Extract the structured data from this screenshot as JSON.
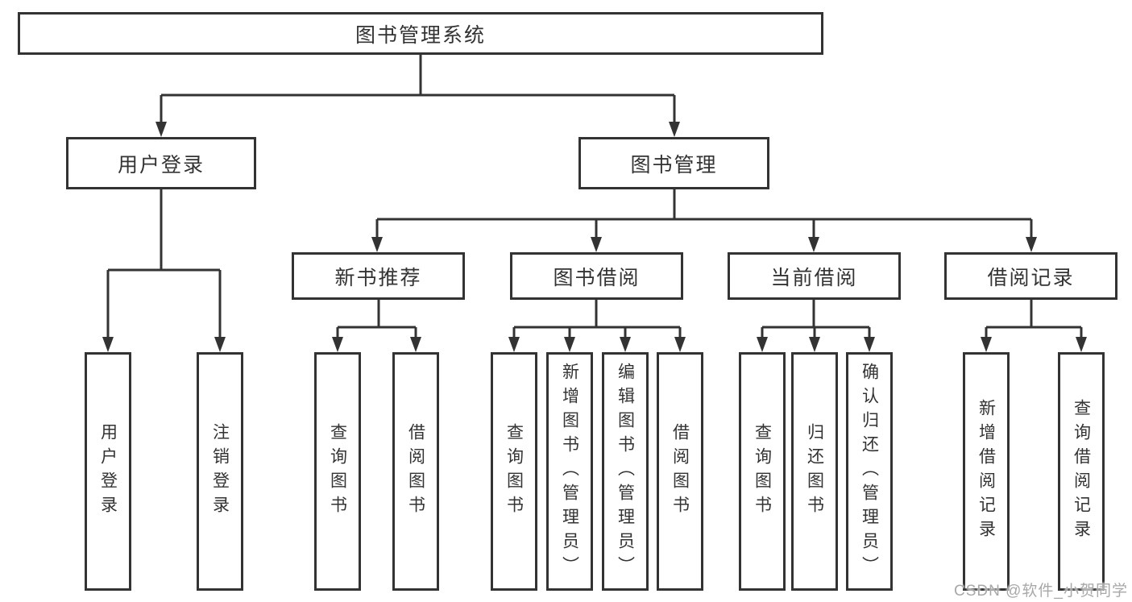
{
  "diagram": {
    "title": "图书管理系统",
    "branches": [
      {
        "label": "用户登录",
        "children": [
          "用户登录",
          "注销登录"
        ]
      },
      {
        "label": "图书管理",
        "children": [
          {
            "label": "新书推荐",
            "children": [
              "查询图书",
              "借阅图书"
            ]
          },
          {
            "label": "图书借阅",
            "children": [
              "查询图书",
              "新增图书（管理员）",
              "编辑图书（管理员）",
              "借阅图书"
            ]
          },
          {
            "label": "当前借阅",
            "children": [
              "查询图书",
              "归还图书",
              "确认归还（管理员）"
            ]
          },
          {
            "label": "借阅记录",
            "children": [
              "新增借阅记录",
              "查询借阅记录"
            ]
          }
        ]
      }
    ]
  },
  "watermark": {
    "text": "CSDN @软件_小贺同学"
  },
  "colors": {
    "line": "#333333",
    "text": "#333333",
    "box_background": "#ffffff",
    "background": "#ffffff",
    "watermark": "#a8a8a8"
  }
}
